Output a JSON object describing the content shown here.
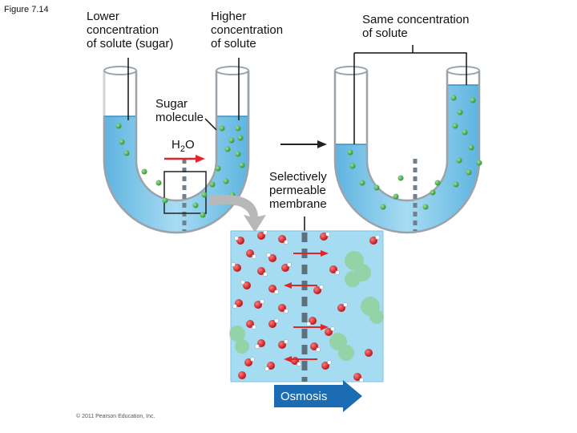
{
  "figure_number": "Figure 7.14",
  "labels": {
    "lower_concentration": "Lower\nconcentration\nof solute (sugar)",
    "higher_concentration": "Higher\nconcentration\nof solute",
    "same_concentration": "Same concentration\nof solute",
    "sugar_molecule": "Sugar\nmolecule",
    "h2o_main": "H",
    "h2o_sub": "2",
    "h2o_end": "O",
    "membrane": "Selectively\npermeable\nmembrane",
    "osmosis": "Osmosis",
    "copyright": "© 2011 Pearson Education, Inc."
  },
  "colors": {
    "water": "#8fd0ec",
    "water_dark": "#4aa8d8",
    "tube_glass": "#d9dde0",
    "membrane": "#7a8a96",
    "sugar": "#3aa33a",
    "arrow_red": "#e0262b",
    "osmosis_arrow": "#1b6cb3",
    "gray_arrow": "#b5b5b5"
  }
}
